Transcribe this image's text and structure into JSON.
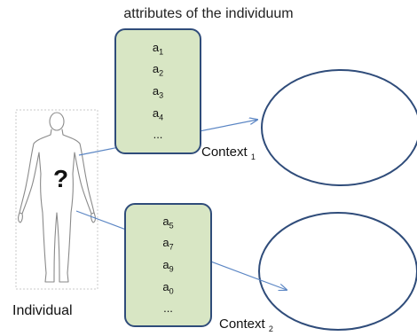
{
  "title": "attributes of the individuum",
  "box1": {
    "attributes": [
      {
        "base": "a",
        "sub": "1"
      },
      {
        "base": "a",
        "sub": "2"
      },
      {
        "base": "a",
        "sub": "3"
      },
      {
        "base": "a",
        "sub": "4"
      }
    ],
    "ellipsis": "..."
  },
  "box2": {
    "attributes": [
      {
        "base": "a",
        "sub": "5"
      },
      {
        "base": "a",
        "sub": "7"
      },
      {
        "base": "a",
        "sub": "9"
      },
      {
        "base": "a",
        "sub": "0"
      }
    ],
    "ellipsis": "..."
  },
  "context1": {
    "label": "Context",
    "sub": "1"
  },
  "context2": {
    "label": "Context",
    "sub": "2"
  },
  "individual": {
    "label": "Individual",
    "unknown_mark": "?"
  },
  "colors": {
    "box_fill": "#d8e6c4",
    "box_border": "#2f4c7a",
    "ellipse_stroke": "#2f4c7a",
    "arrow": "#5b86c4"
  }
}
